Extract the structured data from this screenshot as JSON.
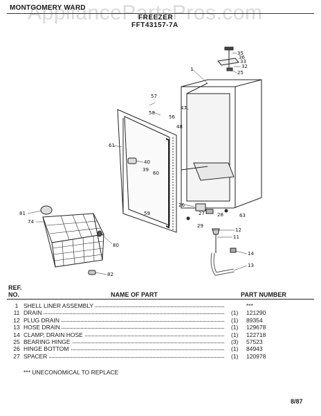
{
  "header": {
    "watermark": "AppliancePartsPros.com",
    "brand": "MONTGOMERY WARD",
    "title": "FREEZER",
    "model": "FFT43157-7A"
  },
  "callouts": [
    "1",
    "11",
    "12",
    "13",
    "14",
    "25",
    "26",
    "27",
    "28",
    "29",
    "32",
    "33",
    "35",
    "36",
    "39",
    "40",
    "47",
    "48",
    "56",
    "57",
    "58",
    "59",
    "60",
    "61",
    "63",
    "74",
    "80",
    "81",
    "82"
  ],
  "table": {
    "col_ref": "REF.",
    "col_no": "NO.",
    "col_name": "NAME OF PART",
    "col_part": "PART NUMBER",
    "rows": [
      {
        "no": "1",
        "name": "SHELL LINER ASSEMBLY",
        "qty": "",
        "part": "***"
      },
      {
        "no": "11",
        "name": "DRAIN",
        "qty": "(1)",
        "part": "121290"
      },
      {
        "no": "12",
        "name": "PLUG DRAIN",
        "qty": "(1)",
        "part": "89354"
      },
      {
        "no": "13",
        "name": "HOSE DRAIN",
        "qty": "(1)",
        "part": "129678"
      },
      {
        "no": "14",
        "name": "CLAMP, DRAIN HOSE",
        "qty": "(1)",
        "part": "122718"
      },
      {
        "no": "25",
        "name": "BEARING HINGE",
        "qty": "(3)",
        "part": "57523"
      },
      {
        "no": "26",
        "name": "HINGE BOTTOM",
        "qty": "(1)",
        "part": "84943"
      },
      {
        "no": "27",
        "name": "SPACER",
        "qty": "(1)",
        "part": "120978"
      }
    ],
    "footnote": "*** UNECONOMICAL TO REPLACE"
  },
  "page_date": "8/87"
}
